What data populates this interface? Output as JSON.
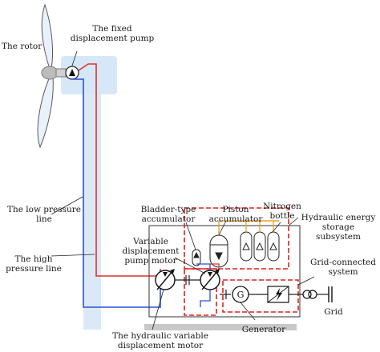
{
  "labels": {
    "rotor": "The rotor",
    "fixed_pump": [
      "The fixed",
      "displacement pump"
    ],
    "low_pressure_line": [
      "The low pressure",
      "line"
    ],
    "high_pressure_line": [
      "The high",
      "pressure line"
    ],
    "variable_pump_motor": [
      "Variable",
      "displacement",
      "pump motor"
    ],
    "bladder_accumulator": [
      "Bladder-type",
      "accumulator"
    ],
    "piston_accumulator": [
      "Piston",
      "accumulator"
    ],
    "nitrogen_bottle": [
      "Nitrogen",
      "bottle"
    ],
    "energy_storage": [
      "Hydraulic energy",
      "storage",
      "subsystem"
    ],
    "grid_connected": [
      "Grid-connected",
      "system"
    ],
    "generator": "Generator",
    "grid": "Grid",
    "hydraulic_motor": [
      "The hydraulic variable",
      "displacement motor"
    ],
    "generator_symbol": "G"
  },
  "colors": {
    "high_pressure": "#e03030",
    "low_pressure": "#2b4fd6",
    "subsystem_border": "#e02020",
    "nacelle_highlight": "#d6e8f8",
    "tower": "#dbe9f7",
    "base": "#c8c8c8",
    "equipment": "#333333"
  }
}
